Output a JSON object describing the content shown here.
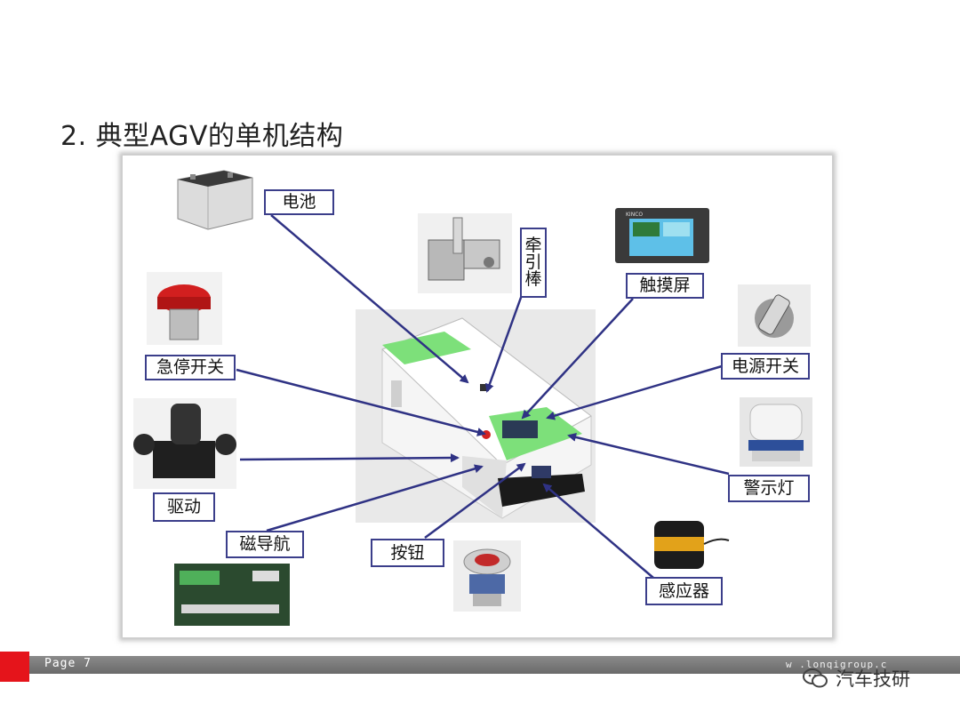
{
  "title": "2. 典型AGV的单机结构",
  "labels": {
    "battery": "电池",
    "tow_bar": [
      "牵",
      "引",
      "棒"
    ],
    "touchscreen": "触摸屏",
    "power_switch": "电源开关",
    "estop": "急停开关",
    "warning_light": "警示灯",
    "drive": "驱动",
    "magnetic_nav": "磁导航",
    "button": "按钮",
    "sensor": "感应器"
  },
  "touchscreen_brand": "KINCO",
  "footer": {
    "page_label": "Page  7",
    "website": "w  .lonqigroup.c",
    "brand": "汽车技研"
  },
  "colors": {
    "label_border": "#3b3e8a",
    "arrow": "#2f3284",
    "footer_red": "#e5141b",
    "footer_gray": "#7a7a7a",
    "agv_green": "#7de07a"
  }
}
